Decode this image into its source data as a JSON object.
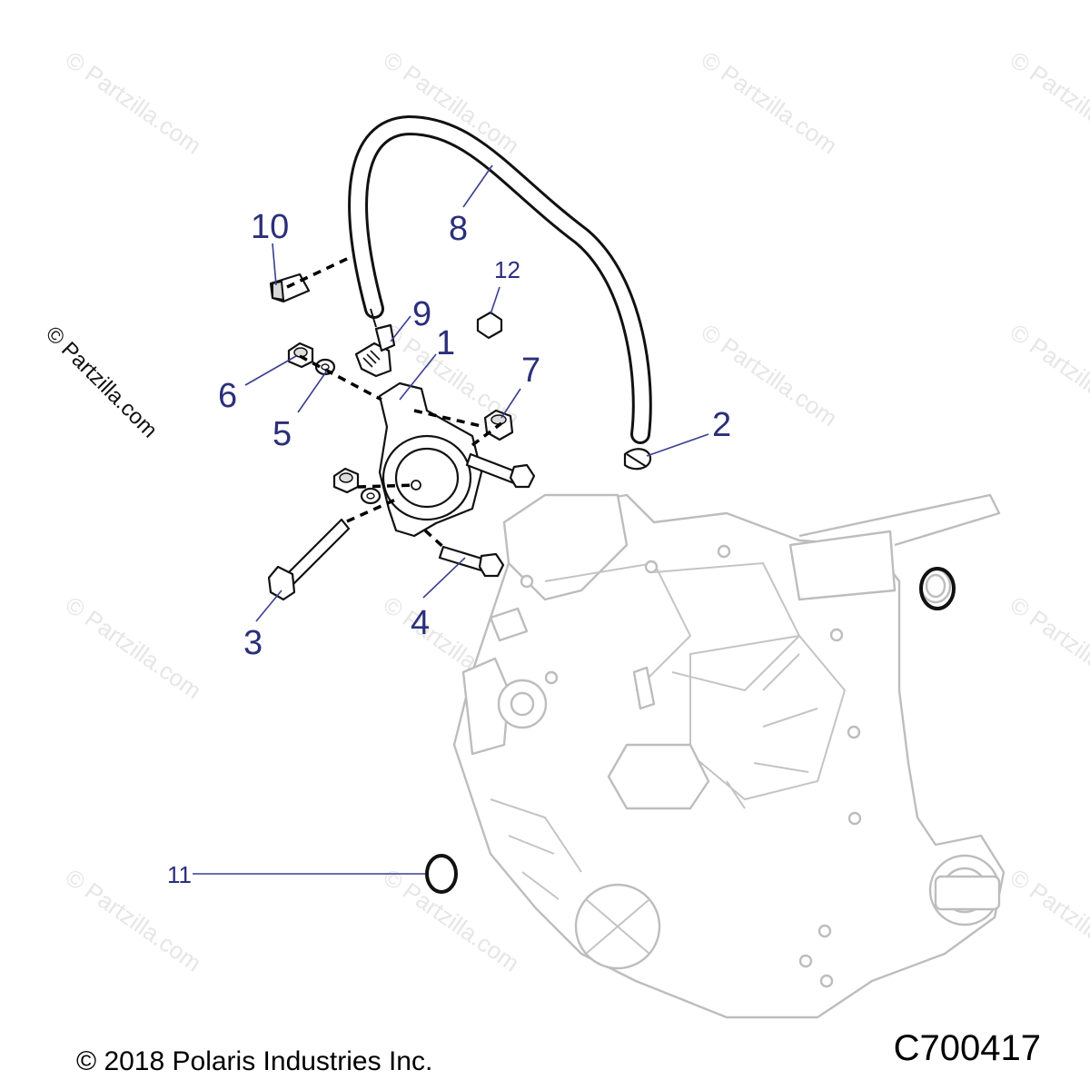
{
  "copyright": "© 2018 Polaris Industries Inc.",
  "figure_id": "C700417",
  "watermark": "© Partzilla.com",
  "callouts": {
    "c1": "1",
    "c2": "2",
    "c3": "3",
    "c4": "4",
    "c5": "5",
    "c6": "6",
    "c7": "7",
    "c8": "8",
    "c9": "9",
    "c10": "10",
    "c11": "11",
    "c12": "12"
  },
  "colors": {
    "callout": "#2b2f7a",
    "ghost_outline": "#bdbdbd",
    "part_outline": "#111111"
  }
}
